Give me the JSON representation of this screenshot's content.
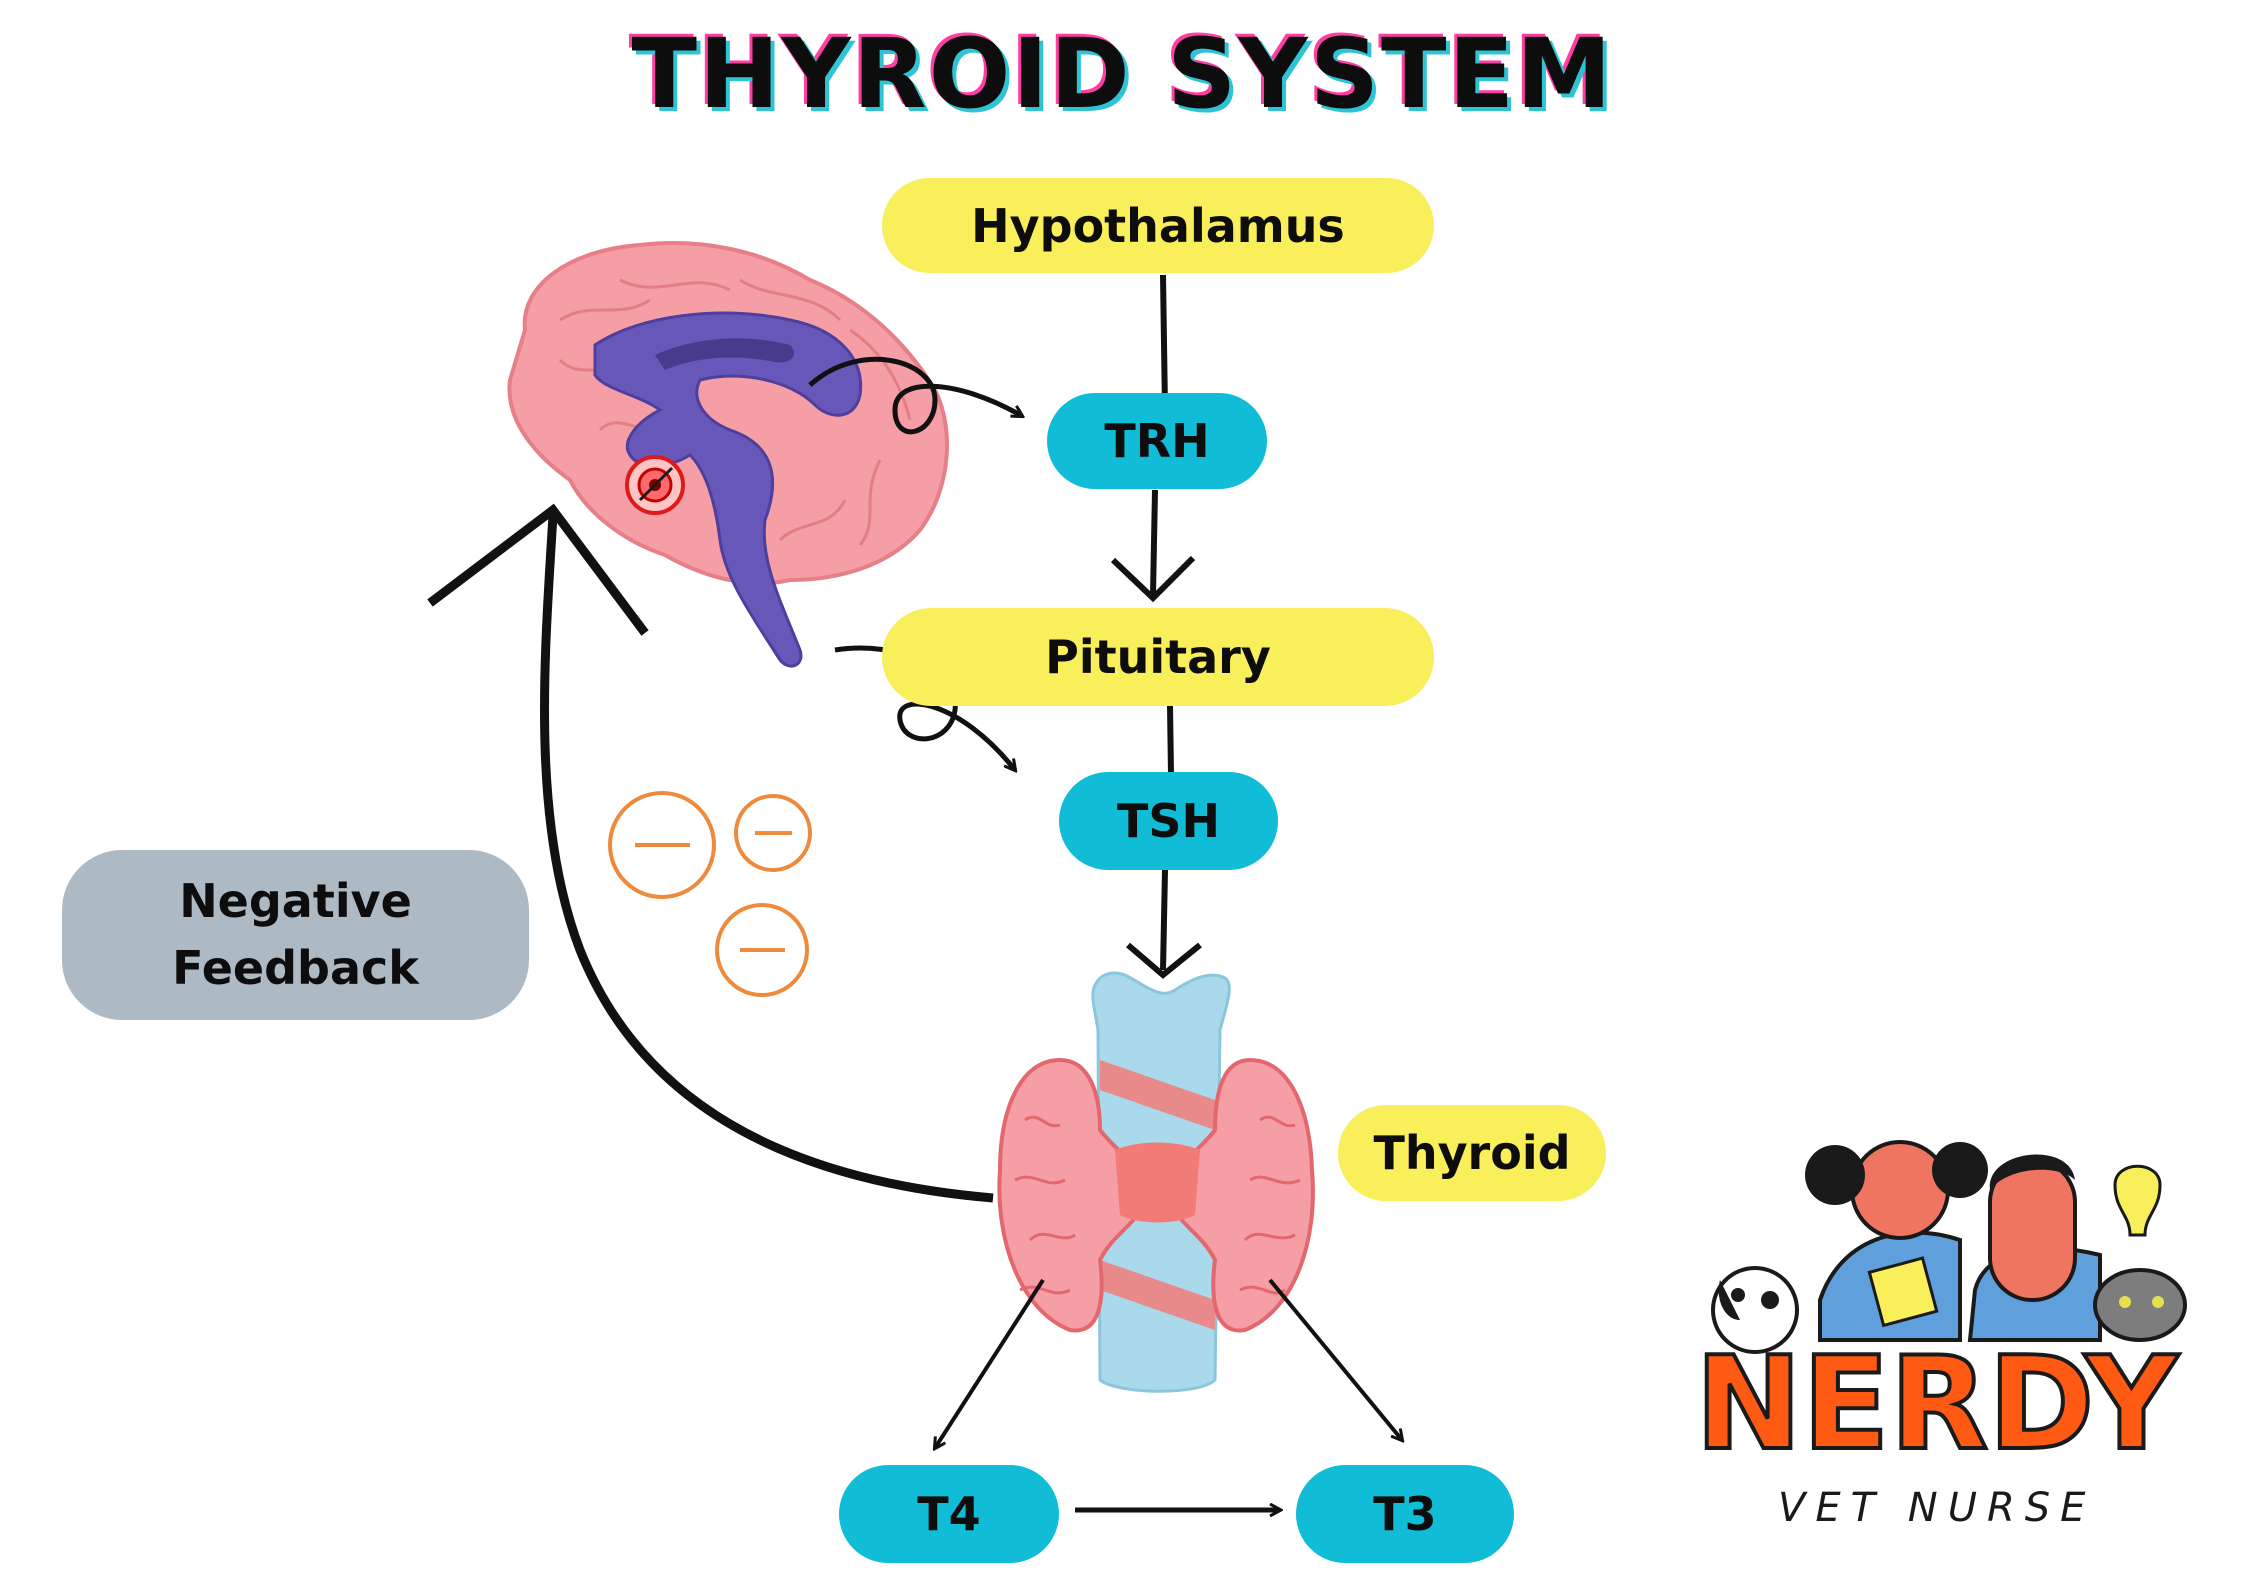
{
  "title": "THYROID SYSTEM",
  "nodes": {
    "hypothalamus": "Hypothalamus",
    "trh": "TRH",
    "pituitary": "Pituitary",
    "tsh": "TSH",
    "thyroid": "Thyroid",
    "t4": "T4",
    "t3": "T3",
    "negative_feedback": "Negative Feedback"
  },
  "logo": {
    "word": "NERDY",
    "subtitle": "VET NURSE"
  },
  "colors": {
    "yellow_pill": "#f8ef5a",
    "cyan_pill": "#10bcd6",
    "grey_pill": "#adbac3",
    "minus_circles": "#ee8a3c",
    "brain": "#f59ea5",
    "brain_inner": "#6757b8",
    "thyroid_gland": "#f27b78",
    "trachea": "#a9d9ea"
  },
  "icons": [
    "brain-illustration",
    "pituitary-target-icon",
    "minus-circle-icon",
    "thyroid-gland-illustration",
    "nerdy-vet-nurse-logo"
  ]
}
